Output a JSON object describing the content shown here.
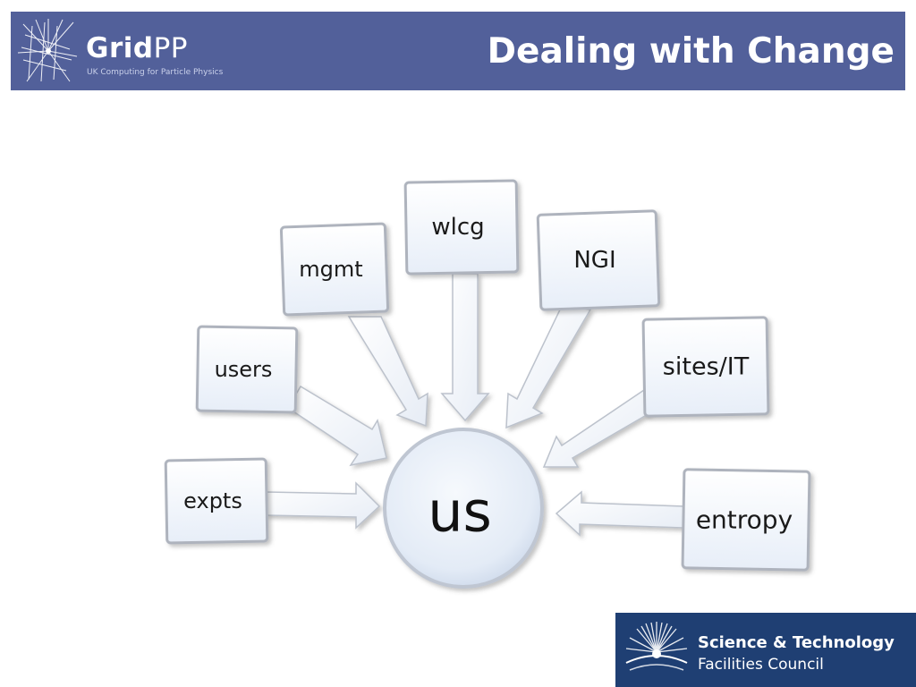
{
  "header": {
    "logo": {
      "word_main": "Grid",
      "word_suffix": "PP",
      "tagline": "UK Computing for Particle Physics"
    },
    "title": "Dealing with Change"
  },
  "diagram": {
    "hub": "us",
    "nodes": [
      "expts",
      "users",
      "mgmt",
      "wlcg",
      "NGI",
      "sites/IT",
      "entropy"
    ]
  },
  "footer_logo": {
    "line1": "Science & Technology",
    "line2": "Facilities Council"
  },
  "colors": {
    "header_bg": "#52609a",
    "footer_bg": "#1f3f73",
    "box_border": "#b9bcc4",
    "box_fill_top": "#ffffff",
    "box_fill_bottom": "#e7eef8"
  }
}
